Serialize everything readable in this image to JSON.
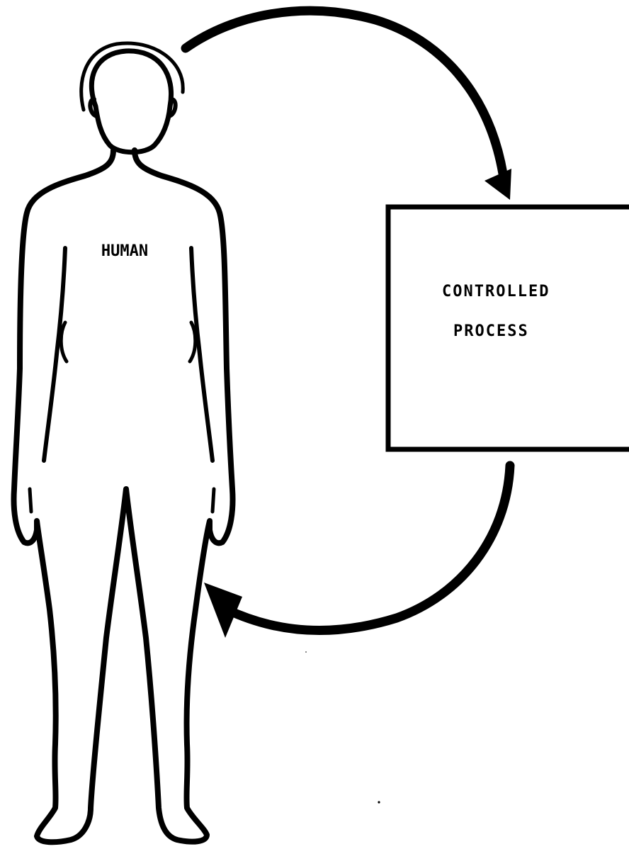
{
  "human": {
    "label": "HUMAN"
  },
  "process_box": {
    "line1": "CONTROLLED",
    "line2": "PROCESS"
  },
  "arrows": [
    {
      "from": "human",
      "to": "process_box",
      "icon": "curved-arrow-right-down"
    },
    {
      "from": "process_box",
      "to": "human",
      "icon": "curved-arrow-left"
    }
  ],
  "colors": {
    "ink": "#000000",
    "paper": "#ffffff"
  }
}
